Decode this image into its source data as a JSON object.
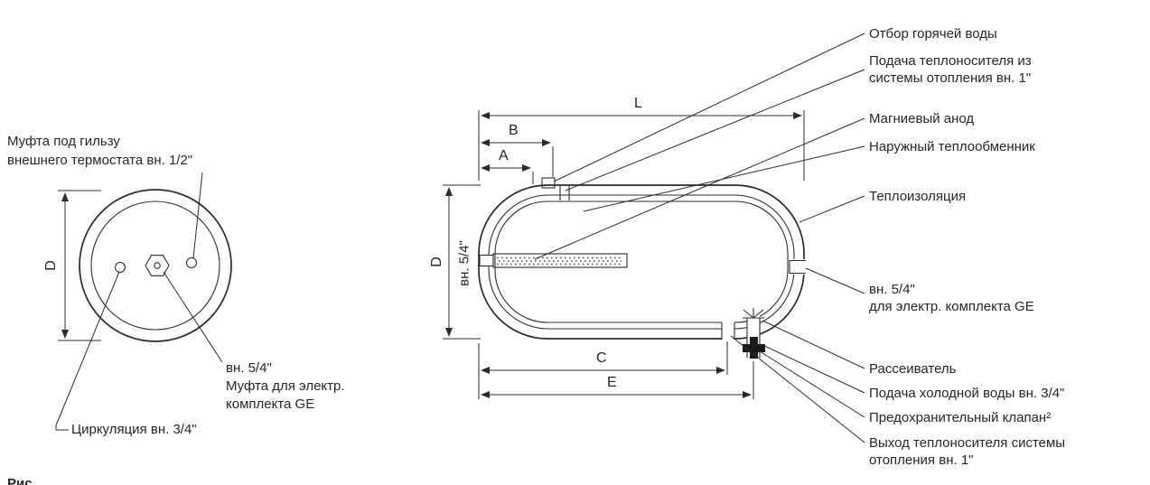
{
  "caption": "Рис.",
  "left_view": {
    "thermostat_label": [
      "Муфта под гильзу",
      "внешнего термостата вн. 1/2\""
    ],
    "dim_d": "D",
    "ge_coupling_label": [
      "вн. 5/4\"",
      "Муфта для электр.",
      "комплекта GE"
    ],
    "circulation_label": "Циркуляция вн. 3/4\""
  },
  "side_view": {
    "dim_l": "L",
    "dim_b": "B",
    "dim_a": "A",
    "dim_d": "D",
    "dim_c": "C",
    "dim_e": "E",
    "port_label": "вн. 5/4\"",
    "callouts": {
      "hot_water": "Отбор горячей воды",
      "heating_inlet": [
        "Подача теплоносителя из",
        "системы отопления вн. 1\""
      ],
      "anode": "Магниевый анод",
      "exchanger": "Наружный теплообменник",
      "insulation": "Теплоизоляция",
      "ge_port": [
        "вн. 5/4\"",
        "для электр. комплекта GE"
      ],
      "diffuser": "Рассеиватель",
      "cold_water": "Подача холодной воды вн. 3/4\"",
      "safety_valve": "Предохранительный клапан²",
      "heating_outlet": [
        "Выход теплоносителя системы",
        "отопления вн. 1\""
      ]
    }
  }
}
